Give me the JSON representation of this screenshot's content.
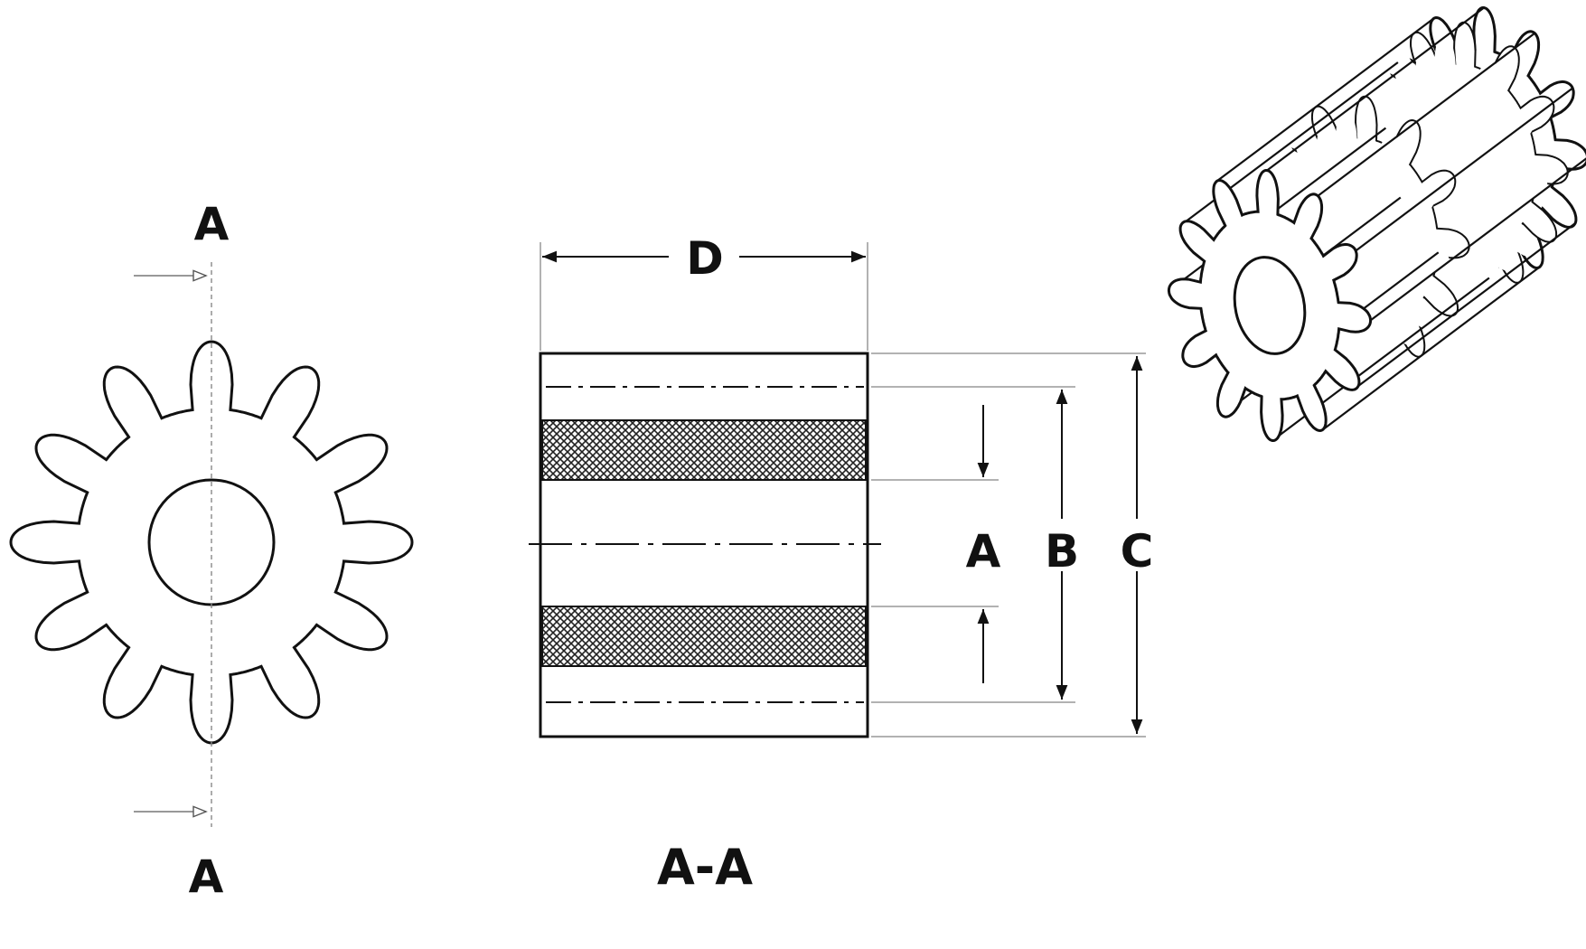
{
  "front_view": {
    "teeth": 12,
    "section_label_top": "A",
    "section_label_bottom": "A"
  },
  "section_view": {
    "title": "A-A",
    "dimensions": {
      "width": "D",
      "inner": "A",
      "pitch": "B",
      "outer": "C"
    }
  },
  "iso_view": {
    "teeth": 12
  },
  "colors": {
    "line": "#111111",
    "hatch": "#333333",
    "thin": "#999999"
  }
}
